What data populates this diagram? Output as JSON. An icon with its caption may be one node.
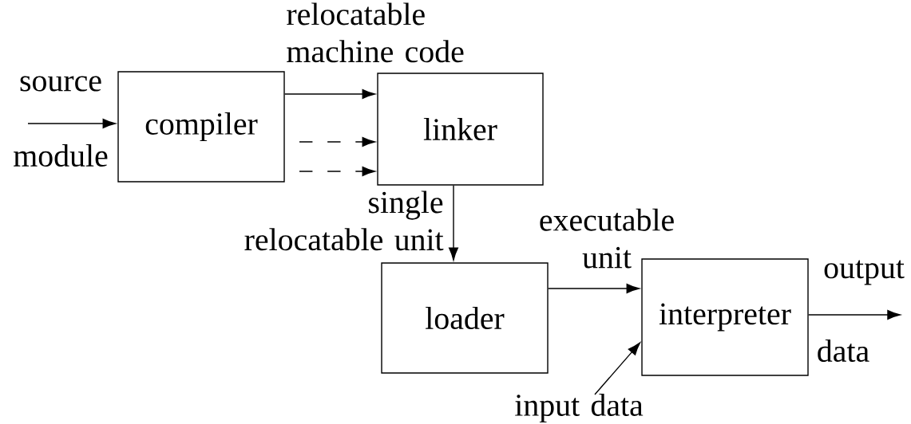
{
  "diagram": {
    "nodes": [
      {
        "text": [
          "compiler"
        ]
      },
      {
        "text": [
          "linker"
        ]
      },
      {
        "text": [
          "loader"
        ]
      },
      {
        "text": [
          "interpreter"
        ]
      }
    ],
    "edges": [
      {
        "from": null,
        "to": 0,
        "arrow": "to"
      },
      {
        "from": 0,
        "to": 1,
        "arrow": "to",
        "label": "relocatable machine code"
      },
      {
        "from": null,
        "to": 1,
        "arrow": "to",
        "style": "dashed"
      },
      {
        "from": null,
        "to": 1,
        "arrow": "to",
        "style": "dashed"
      },
      {
        "from": 1,
        "to": 2,
        "arrow": "to",
        "label": "single relocatable unit"
      },
      {
        "from": 2,
        "to": 3,
        "arrow": "to",
        "label": "executable unit"
      },
      {
        "from": 3,
        "to": null,
        "arrow": "to"
      },
      {
        "from": null,
        "to": 3,
        "arrow": "to",
        "label": "input data"
      }
    ],
    "labels": [
      "source",
      "module",
      "output",
      "data"
    ]
  }
}
